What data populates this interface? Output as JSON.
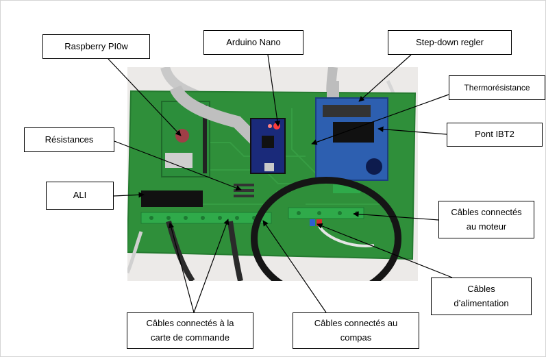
{
  "photo": {
    "description_icon": "circuit-board-photo"
  },
  "labels": {
    "raspberry": "Raspberry PI0w",
    "arduino": "Arduino Nano",
    "stepdown": "Step-down regler",
    "thermo": "Thermorésistance",
    "resistances": "Résistances",
    "pont": "Pont IBT2",
    "ali": "ALI",
    "cables_moteur": "Câbles connectés\nau moteur",
    "cables_alim": "Câbles\nd’alimentation",
    "cables_commande": "Câbles connectés à la\ncarte de commande",
    "cables_compas": "Câbles connectés au\ncompas"
  },
  "colors": {
    "pcb_green": "#2f8f3a",
    "terminal_green": "#2faa4a",
    "driver_blue": "#2d5fb0"
  }
}
